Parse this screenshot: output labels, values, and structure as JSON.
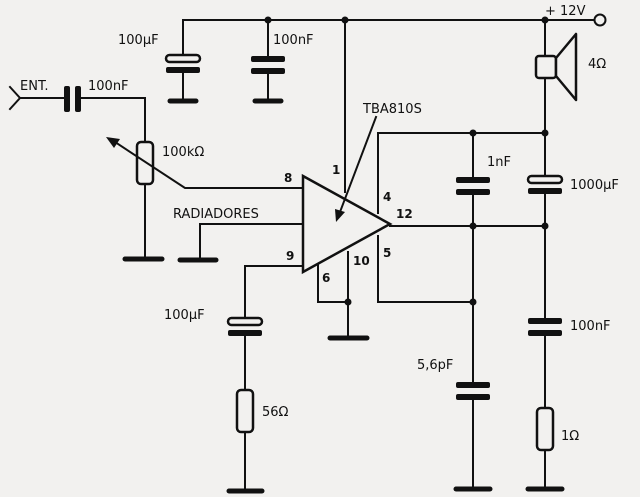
{
  "supply": {
    "label": "+ 12V"
  },
  "input": {
    "label": "ENT."
  },
  "ic": {
    "name": "TBA810S",
    "pins": {
      "p1": "1",
      "p4": "4",
      "p5": "5",
      "p6": "6",
      "p8": "8",
      "p9": "9",
      "p10": "10",
      "p12": "12"
    }
  },
  "heatsink": {
    "label": "RADIADORES"
  },
  "components": {
    "c_in": "100nF",
    "pot": "100kΩ",
    "c_sup_electrolytic": "100µF",
    "c_sup_ceramic": "100nF",
    "c_pin9": "100µF",
    "r_pin9": "56Ω",
    "c_boot": "1nF",
    "c_fb": "5,6pF",
    "c_out": "1000µF",
    "c_zobel": "100nF",
    "r_zobel": "1Ω",
    "speaker": "4Ω"
  }
}
